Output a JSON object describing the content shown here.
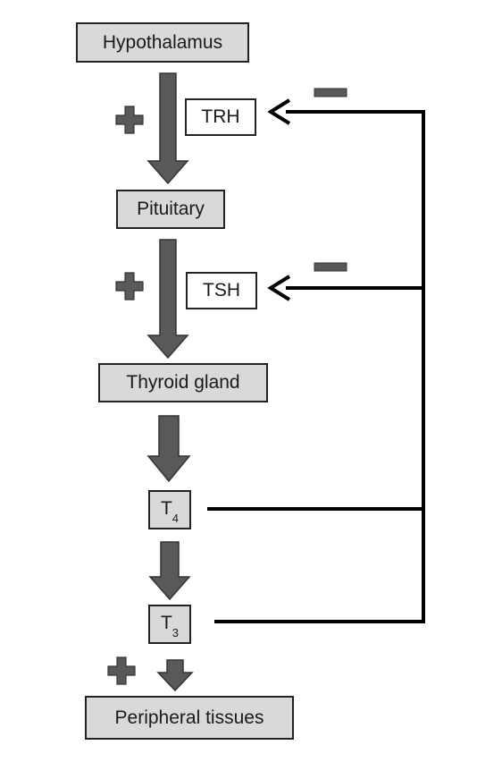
{
  "diagram": {
    "nodes": {
      "hypothalamus": "Hypothalamus",
      "pituitary": "Pituitary",
      "thyroid": "Thyroid gland",
      "t4_base": "T",
      "t4_sub": "4",
      "t3_base": "T",
      "t3_sub": "3",
      "peripheral": "Peripheral tissues"
    },
    "hormones": {
      "trh": "TRH",
      "tsh": "TSH"
    },
    "signs": {
      "stimulation": "+",
      "inhibition": "−"
    },
    "colors": {
      "box_fill": "#d9d9d9",
      "arrow_fill": "#595959",
      "plus_fill": "#595959",
      "line": "#000000"
    }
  }
}
